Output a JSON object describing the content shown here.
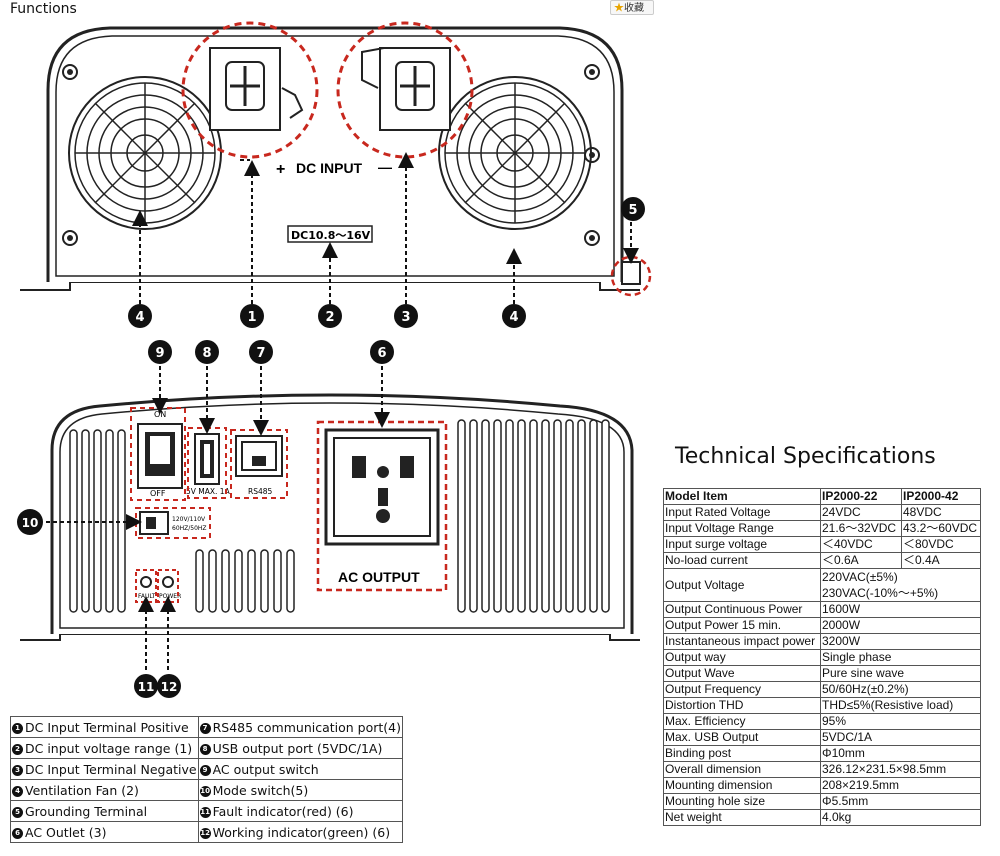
{
  "page": {
    "title": "Functions",
    "favorite_label": "收藏"
  },
  "diagram": {
    "top_panel": {
      "dc_input_label": "DC INPUT",
      "plus": "+",
      "minus": "—",
      "voltage_range": "DC10.8～16V"
    },
    "bottom_panel": {
      "on_label": "ON",
      "off_label": "OFF",
      "usb_label": "5V MAX. 1A",
      "rs485_label": "RS485",
      "ac_output_label": "AC OUTPUT",
      "mode_line1": "120V/110V",
      "mode_line2": "60HZ/50HZ",
      "fault_label": "FAULT",
      "power_label": "POWER"
    },
    "callouts": {
      "n1": "1",
      "n2": "2",
      "n3": "3",
      "n4": "4",
      "n5": "5",
      "n6": "6",
      "n7": "7",
      "n8": "8",
      "n9": "9",
      "n10": "10",
      "n11": "11",
      "n12": "12"
    }
  },
  "spec": {
    "title": "Technical Specifications",
    "header": [
      "Model Item",
      "IP2000-22",
      "IP2000-42"
    ],
    "rows": [
      {
        "label": "Input Rated Voltage",
        "v1": "24VDC",
        "v2": "48VDC"
      },
      {
        "label": "Input Voltage Range",
        "v1": "21.6～32VDC",
        "v2": "43.2～60VDC"
      },
      {
        "label": "Input surge voltage",
        "v1": "＜40VDC",
        "v2": "＜80VDC"
      },
      {
        "label": "No-load current",
        "v1": "＜0.6A",
        "v2": "＜0.4A"
      },
      {
        "label": "Output Voltage",
        "line1": "220VAC(±5%)",
        "line2": "230VAC(-10%～+5%)"
      },
      {
        "label": "Output Continuous Power",
        "value": "1600W"
      },
      {
        "label": "Output Power 15 min.",
        "value": "2000W"
      },
      {
        "label": "Instantaneous impact power",
        "value": "3200W"
      },
      {
        "label": "Output way",
        "value": "Single phase"
      },
      {
        "label": "Output Wave",
        "value": "Pure sine wave"
      },
      {
        "label": "Output Frequency",
        "value": "50/60Hz(±0.2%)"
      },
      {
        "label": "Distortion THD",
        "value": "THD≤5%(Resistive load)"
      },
      {
        "label": "Max. Efficiency",
        "value": "95%"
      },
      {
        "label": "Max. USB Output",
        "value": "5VDC/1A"
      },
      {
        "label": "Binding post",
        "value": "Φ10mm"
      },
      {
        "label": "Overall dimension",
        "value": "326.12×231.5×98.5mm"
      },
      {
        "label": "Mounting dimension",
        "value": "208×219.5mm"
      },
      {
        "label": "Mounting hole size",
        "value": "Φ5.5mm"
      },
      {
        "label": "Net weight",
        "value": "4.0kg"
      }
    ]
  },
  "legend": [
    {
      "left_num": "1",
      "left": "DC Input Terminal Positive",
      "right_num": "7",
      "right": "RS485 communication port(4)"
    },
    {
      "left_num": "2",
      "left": "DC input voltage range (1)",
      "right_num": "8",
      "right": "USB output port (5VDC/1A)"
    },
    {
      "left_num": "3",
      "left": "DC Input Terminal Negative",
      "right_num": "9",
      "right": "AC output switch"
    },
    {
      "left_num": "4",
      "left": "Ventilation Fan (2)",
      "right_num": "10",
      "right": "Mode switch(5)"
    },
    {
      "left_num": "5",
      "left": "Grounding Terminal",
      "right_num": "11",
      "right": "Fault indicator(red) (6)"
    },
    {
      "left_num": "6",
      "left": "AC Outlet (3)",
      "right_num": "12",
      "right": "Working indicator(green) (6)"
    }
  ]
}
